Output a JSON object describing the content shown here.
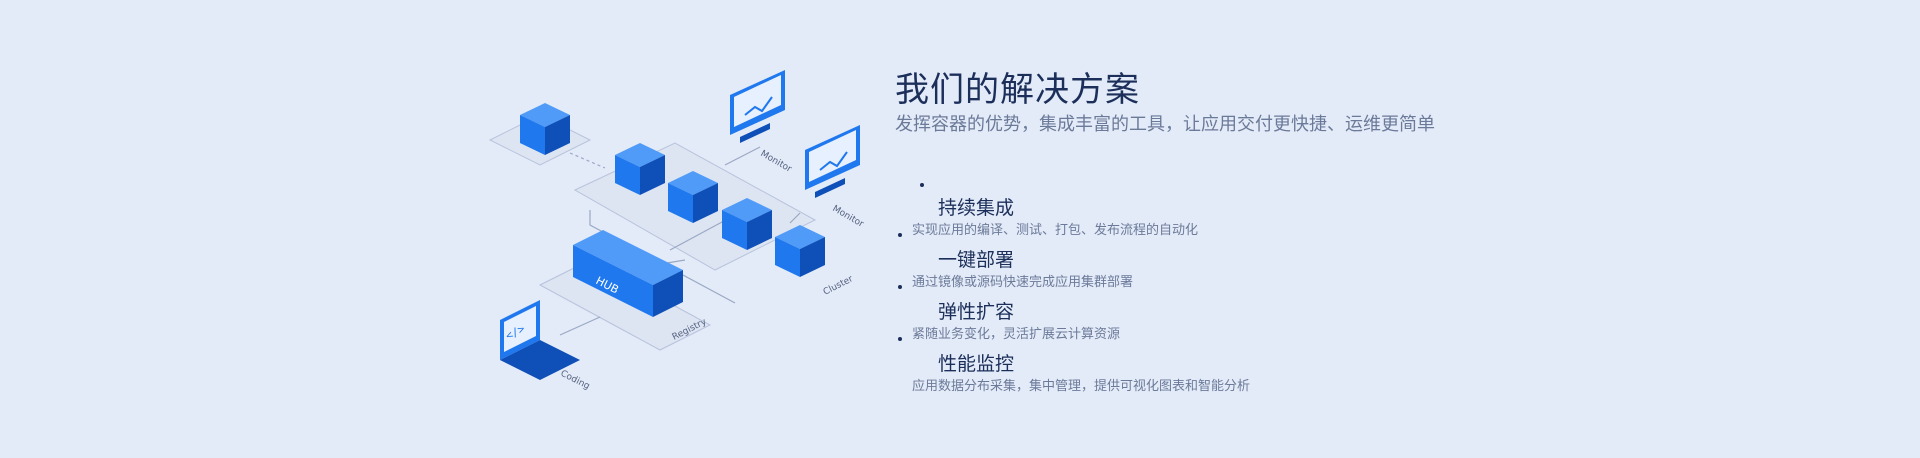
{
  "banner": {
    "title": "我们的解决方案",
    "subtitle": "发挥容器的优势，集成丰富的工具，让应用交付更快捷、运维更简单"
  },
  "features": [
    {
      "title": "持续集成",
      "desc": "实现应用的编译、测试、打包、发布流程的自动化"
    },
    {
      "title": "一键部署",
      "desc": "通过镜像或源码快速完成应用集群部署"
    },
    {
      "title": "弹性扩容",
      "desc": "紧随业务变化，灵活扩展云计算资源"
    },
    {
      "title": "性能监控",
      "desc": "应用数据分布采集，集中管理，提供可视化图表和智能分析"
    }
  ],
  "illustration": {
    "hub_label": "HUB",
    "monitor_label": "Monitor",
    "registry_label": "Registry",
    "cluster_label": "Cluster",
    "coding_label": "Coding",
    "code_symbol": "</>",
    "colors": {
      "primary": "#1f78ee",
      "dark": "#0f4fb8",
      "light": "#4f9bf7",
      "platform": "#dfe6f3",
      "line": "#9aa8c4"
    }
  }
}
